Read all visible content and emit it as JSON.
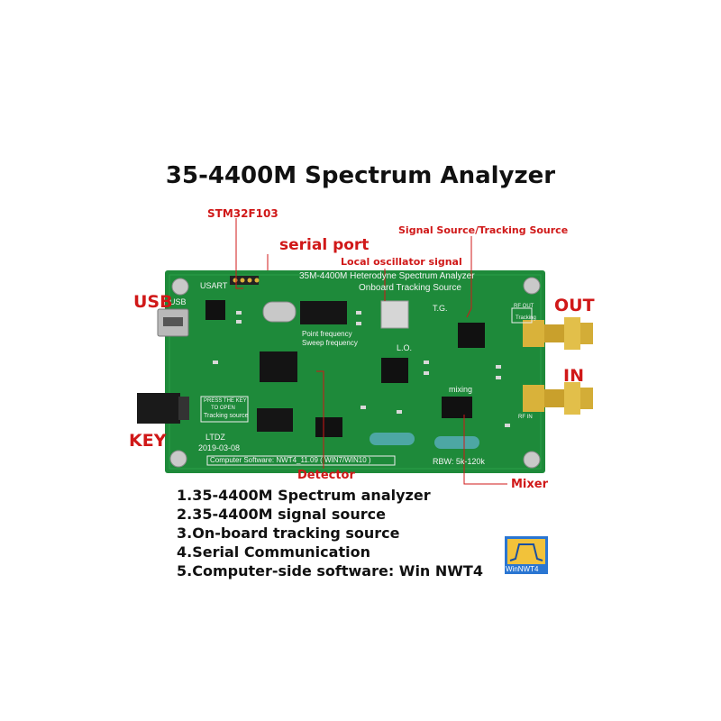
{
  "title": "35-4400M  Spectrum Analyzer",
  "callouts": {
    "stm32": "STM32F103",
    "serial_port": "serial port",
    "local_osc": "Local oscillator signal",
    "signal_source": "Signal Source/Tracking Source",
    "usb": "USB",
    "out": "OUT",
    "in": "IN",
    "key": "KEY",
    "detector": "Detector",
    "mixer": "Mixer"
  },
  "board": {
    "heading1": "35M-4400M Heterodyne Spectrum Analyzer",
    "heading2": "Onboard Tracking Source",
    "usart": "USART",
    "usb": "USB",
    "point_freq": "Point frequency",
    "sweep_freq": "Sweep frequency",
    "tg": "T.G.",
    "rf_out": "RF OUT",
    "tracking": "Tracking",
    "lo": "L.O.",
    "mixing": "mixing",
    "rf_in": "RF IN",
    "key_note_1": "PRESS THE KEY",
    "key_note_2": "TO OPEN",
    "key_note_3": "Tracking source",
    "ltdz": "LTDZ",
    "date": "2019-03-08",
    "software": "Computer Software:  NWT4_11.09 ( WIN7/WIN10 )",
    "rbw": "RBW: 5k-120k"
  },
  "features": [
    "1.35-4400M Spectrum analyzer",
    "2.35-4400M signal source",
    "3.On-board tracking source",
    "4.Serial Communication",
    "5.Computer-side software: Win NWT4"
  ],
  "software_icon_label": "WinNWT4"
}
